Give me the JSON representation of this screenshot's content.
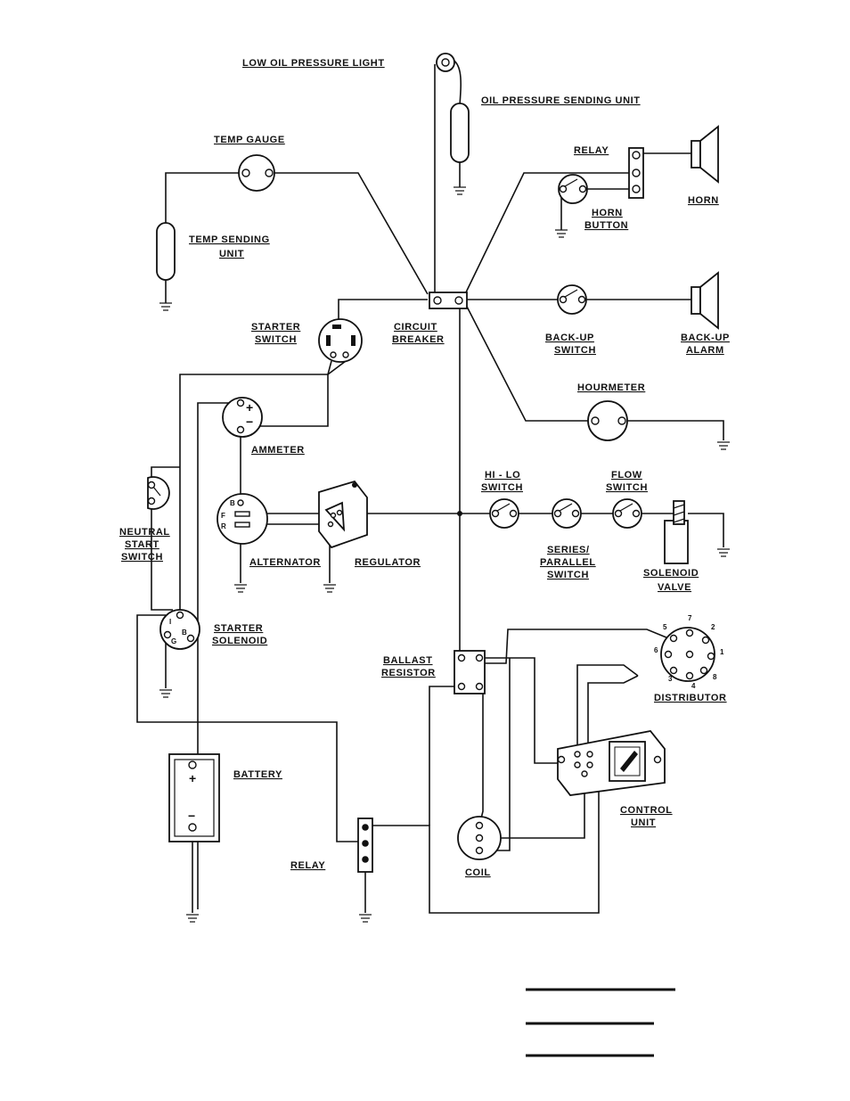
{
  "labels": {
    "low_oil_light": "LOW OIL PRESSURE LIGHT",
    "oil_sender": "OIL PRESSURE SENDING UNIT",
    "temp_gauge": "TEMP GAUGE",
    "temp_sender_1": "TEMP SENDING",
    "temp_sender_2": "UNIT",
    "relay_top": "RELAY",
    "horn": "HORN",
    "horn_button_1": "HORN",
    "horn_button_2": "BUTTON",
    "starter_switch_1": "STARTER",
    "starter_switch_2": "SWITCH",
    "circuit_breaker_1": "CIRCUIT",
    "circuit_breaker_2": "BREAKER",
    "backup_switch_1": "BACK-UP",
    "backup_switch_2": "SWITCH",
    "backup_alarm_1": "BACK-UP",
    "backup_alarm_2": "ALARM",
    "hourmeter": "HOURMETER",
    "ammeter": "AMMETER",
    "neutral_1": "NEUTRAL",
    "neutral_2": "START",
    "neutral_3": "SWITCH",
    "hilo_1": "HI - LO",
    "hilo_2": "SWITCH",
    "flow_1": "FLOW",
    "flow_2": "SWITCH",
    "alternator": "ALTERNATOR",
    "regulator": "REGULATOR",
    "series_1": "SERIES/",
    "series_2": "PARALLEL",
    "series_3": "SWITCH",
    "solenoid_valve_1": "SOLENOID",
    "solenoid_valve_2": "VALVE",
    "starter_solenoid_1": "STARTER",
    "starter_solenoid_2": "SOLENOID",
    "ballast_1": "BALLAST",
    "ballast_2": "RESISTOR",
    "distributor": "DISTRIBUTOR",
    "battery": "BATTERY",
    "control_1": "CONTROL",
    "control_2": "UNIT",
    "relay_bottom": "RELAY",
    "coil": "COIL"
  },
  "pins": {
    "plus": "+",
    "minus": "−",
    "alt_b": "B",
    "alt_f": "F",
    "alt_r": "R",
    "sol_i": "I",
    "sol_g": "G",
    "sol_b": "B",
    "dist_1": "1",
    "dist_2": "2",
    "dist_3": "3",
    "dist_4": "4",
    "dist_5": "5",
    "dist_6": "6",
    "dist_7": "7",
    "dist_8": "8"
  }
}
